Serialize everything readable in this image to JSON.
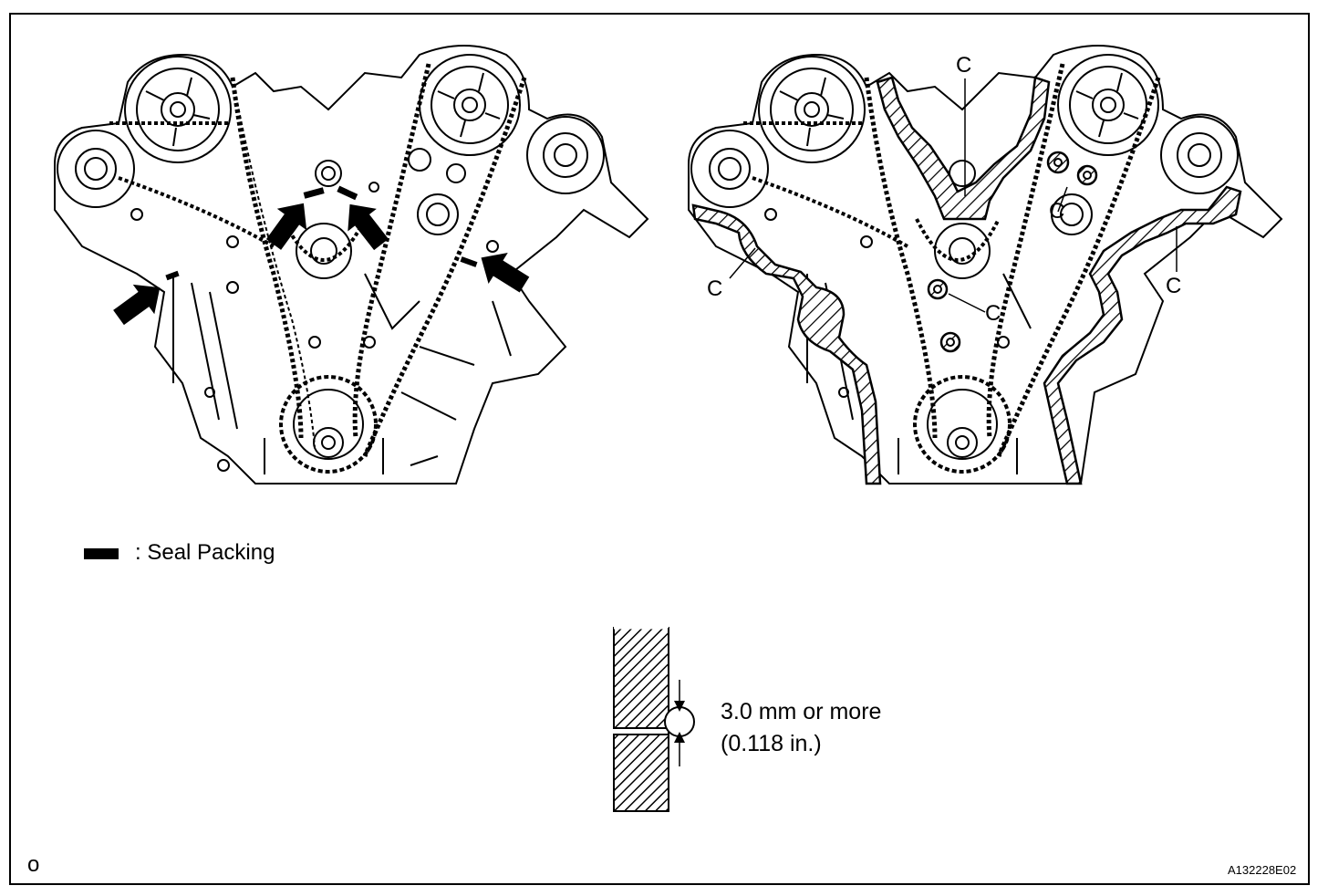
{
  "legend": {
    "text": ": Seal Packing"
  },
  "callouts": {
    "left": "C",
    "top": "C",
    "right": "C",
    "center_upper": "C",
    "center_lower": "C"
  },
  "bead_spec": {
    "line1": "3.0 mm or more",
    "line2": "(0.118 in.)"
  },
  "footer": {
    "corner_mark": "o",
    "figure_id": "A132228E02"
  },
  "colors": {
    "ink": "#000000",
    "paper": "#ffffff"
  }
}
